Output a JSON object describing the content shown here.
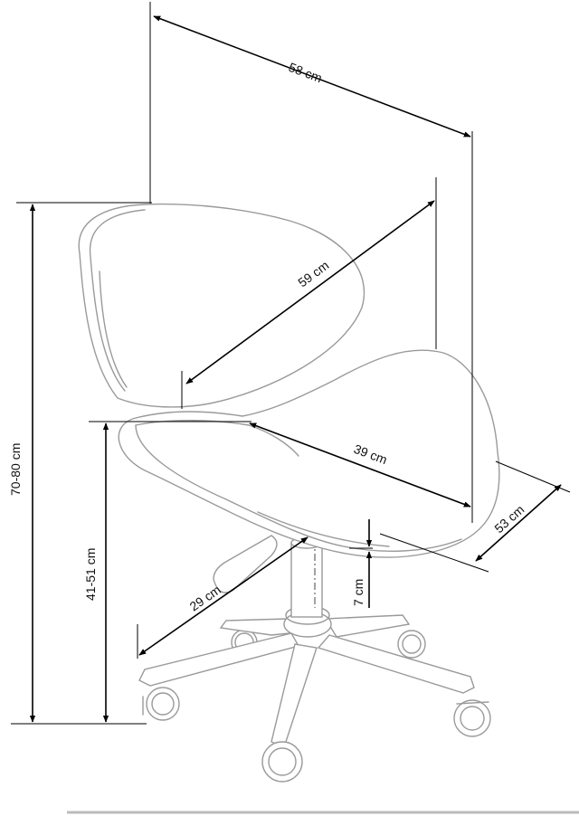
{
  "dimensions": {
    "top_depth": "58 cm",
    "backrest_diagonal": "59 cm",
    "seat_depth": "39 cm",
    "seat_width": "53 cm",
    "total_height": "70-80 cm",
    "seat_height": "41-51 cm",
    "base_radius": "29 cm",
    "gas_lift": "7 cm"
  }
}
